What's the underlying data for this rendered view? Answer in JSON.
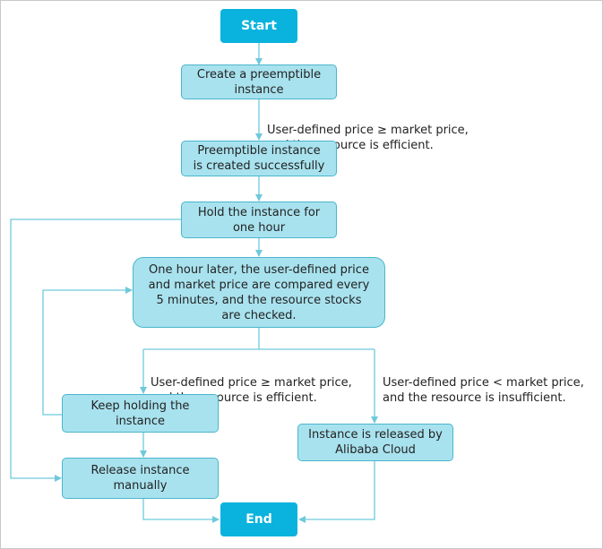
{
  "nodes": {
    "start": "Start",
    "create": "Create a preemptible\ninstance",
    "created": "Preemptible instance\nis created successfully",
    "hold": "Hold the instance for\none hour",
    "compare": "One hour later, the user-defined price\nand market price are compared every\n5 minutes, and the resource stocks\nare checked.",
    "keep": "Keep holding the\ninstance",
    "released_cloud": "Instance is released by\nAlibaba Cloud",
    "release_manual": "Release instance\nmanually",
    "end": "End"
  },
  "conditions": {
    "after_create": "User-defined price ≥ market price,\nand the resource is efficient.",
    "keep_branch": "User-defined price ≥ market price,\nand the resource is efficient.",
    "release_branch": "User-defined price < market price,\nand the resource is insufficient."
  },
  "colors": {
    "terminal": "#0ab3dd",
    "process": "#a8e2ee",
    "process_border": "#4ab6cc",
    "connector": "#6fc9dc"
  }
}
